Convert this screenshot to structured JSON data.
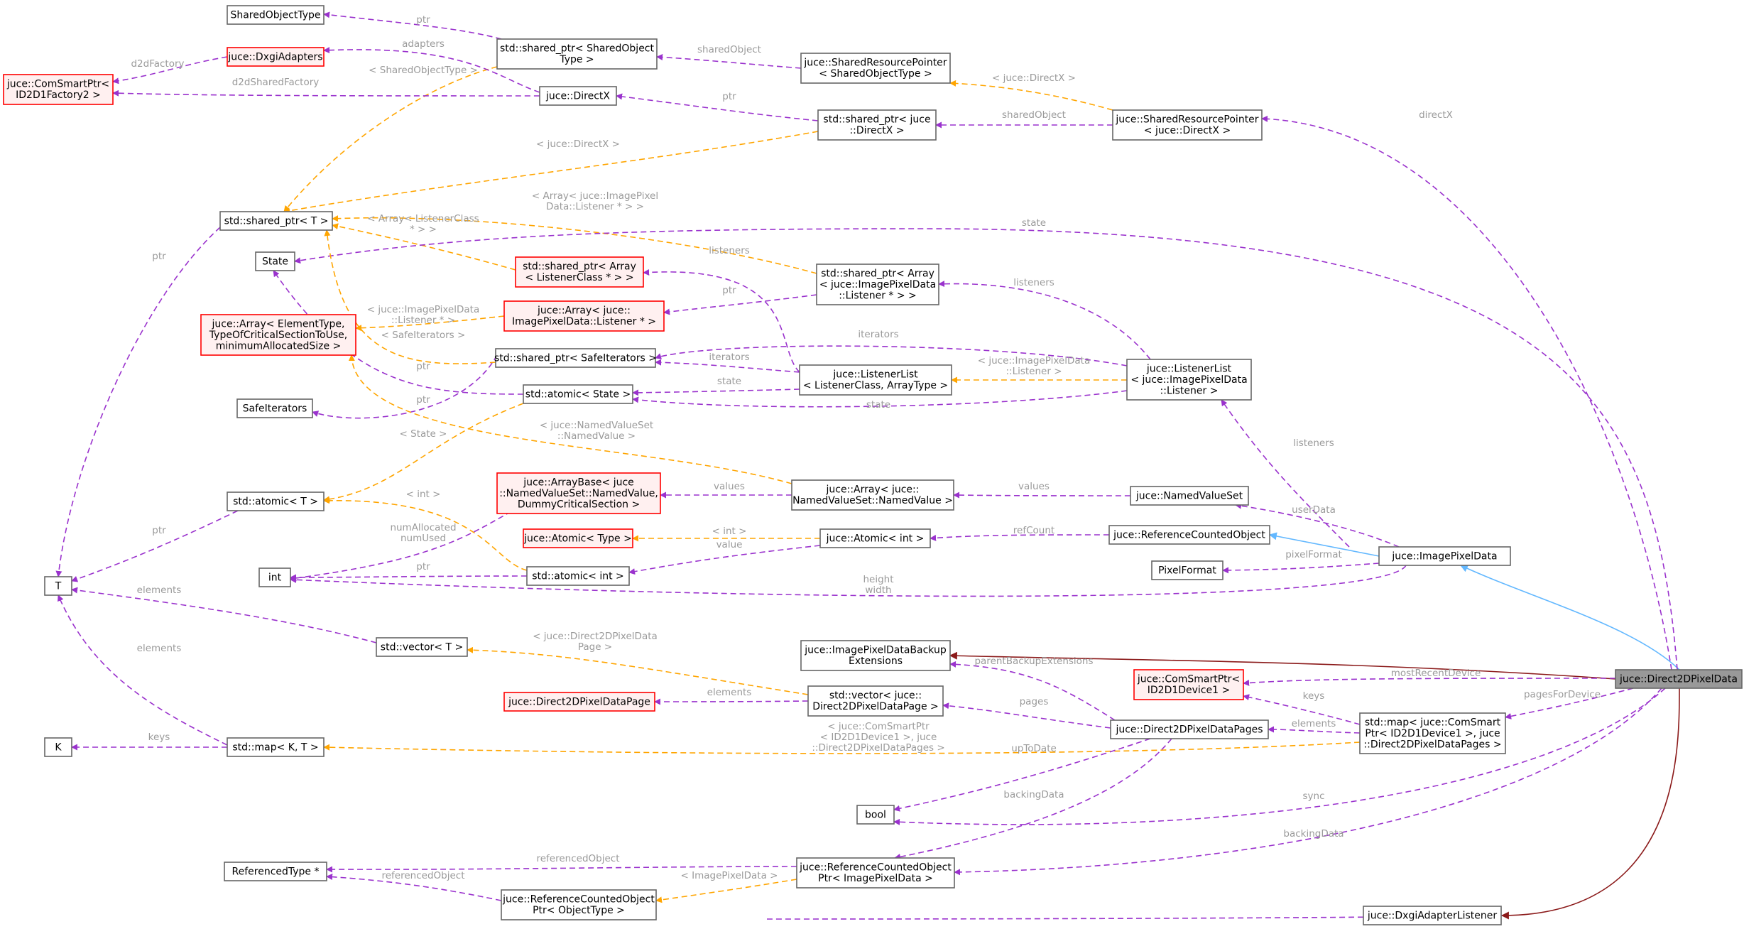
{
  "colors": {
    "member_edge": "#9a32cd",
    "template_edge": "#ffa500",
    "inherit_edge": "#63b8ff",
    "private_inherit_edge": "#8b1a1a",
    "node_border": "#666666",
    "undocumented_border": "#ff0000",
    "focus_fill": "#999999"
  },
  "nodes": {
    "n_sharedobjecttype": [
      "SharedObjectType"
    ],
    "n_dxgiadapters": [
      "juce::DxgiAdapters"
    ],
    "n_comsmartptr_factory": [
      "juce::ComSmartPtr<",
      "ID2D1Factory2 >"
    ],
    "n_sp_sharedobjecttype": [
      "std::shared_ptr< SharedObject",
      "Type >"
    ],
    "n_directx": [
      "juce::DirectX"
    ],
    "n_srp_sharedobjecttype": [
      "juce::SharedResourcePointer",
      "< SharedObjectType >"
    ],
    "n_sp_directx": [
      "std::shared_ptr< juce",
      "::DirectX >"
    ],
    "n_srp_directx": [
      "juce::SharedResourcePointer",
      "< juce::DirectX >"
    ],
    "n_sp_t": [
      "std::shared_ptr< T >"
    ],
    "n_state": [
      "State"
    ],
    "n_sp_array_listenerclass": [
      "std::shared_ptr< Array",
      "< ListenerClass * > >"
    ],
    "n_sp_array_imagepixeldata": [
      "std::shared_ptr< Array",
      "< juce::ImagePixelData",
      "::Listener * > >"
    ],
    "n_array_elementtype": [
      "juce::Array< ElementType,",
      "TypeOfCriticalSectionToUse,",
      "minimumAllocatedSize >"
    ],
    "n_array_imagepixeldata_listener": [
      "juce::Array< juce::",
      "ImagePixelData::Listener * >"
    ],
    "n_sp_safeiterators": [
      "std::shared_ptr< SafeIterators >"
    ],
    "n_listenerlist_generic": [
      "juce::ListenerList",
      "< ListenerClass, ArrayType >"
    ],
    "n_listenerlist_imagepixeldata": [
      "juce::ListenerList",
      "< juce::ImagePixelData",
      "::Listener >"
    ],
    "n_atomic_state": [
      "std::atomic< State >"
    ],
    "n_safeiterators": [
      "SafeIterators"
    ],
    "n_atomic_t": [
      "std::atomic< T >"
    ],
    "n_arraybase_namedvalue": [
      "juce::ArrayBase< juce",
      "::NamedValueSet::NamedValue,",
      "DummyCriticalSection >"
    ],
    "n_array_namedvalue": [
      "juce::Array< juce::",
      "NamedValueSet::NamedValue >"
    ],
    "n_namedvalueset": [
      "juce::NamedValueSet"
    ],
    "n_atomic_type": [
      "juce::Atomic< Type >"
    ],
    "n_atomic_int_juce": [
      "juce::Atomic< int >"
    ],
    "n_referencecountedobject": [
      "juce::ReferenceCountedObject"
    ],
    "n_t": [
      "T"
    ],
    "n_int": [
      "int"
    ],
    "n_std_atomic_int": [
      "std::atomic< int >"
    ],
    "n_imagepixeldata": [
      "juce::ImagePixelData"
    ],
    "n_pixelformat": [
      "PixelFormat"
    ],
    "n_vector_t": [
      "std::vector< T >"
    ],
    "n_backup_extensions": [
      "juce::ImagePixelDataBackup",
      "Extensions"
    ],
    "n_d2d_pixeldata": [
      "juce::Direct2DPixelData"
    ],
    "n_comsmartptr_device": [
      "juce::ComSmartPtr<",
      "ID2D1Device1 >"
    ],
    "n_d2d_page": [
      "juce::Direct2DPixelDataPage"
    ],
    "n_vector_pages": [
      "std::vector< juce::",
      "Direct2DPixelDataPage >"
    ],
    "n_k": [
      "K"
    ],
    "n_map_kt": [
      "std::map< K, T >"
    ],
    "n_d2d_pages": [
      "juce::Direct2DPixelDataPages"
    ],
    "n_map_device_pages": [
      "std::map< juce::ComSmart",
      "Ptr< ID2D1Device1 >, juce",
      "::Direct2DPixelDataPages >"
    ],
    "n_bool": [
      "bool"
    ],
    "n_referencedtype": [
      "ReferencedType *"
    ],
    "n_rcop_imagepixeldata": [
      "juce::ReferenceCountedObject",
      "Ptr< ImagePixelData >"
    ],
    "n_rcop_objecttype": [
      "juce::ReferenceCountedObject",
      "Ptr< ObjectType >"
    ],
    "n_dxgiadapterlistener": [
      "juce::DxgiAdapterListener"
    ]
  },
  "edge_labels": {
    "l_ptr_sharedobjecttype": [
      "ptr"
    ],
    "l_adapters": [
      "adapters"
    ],
    "l_d2dfactory": [
      "d2dFactory"
    ],
    "l_d2dsharedfactory": [
      "d2dSharedFactory"
    ],
    "l_sharedobject_1": [
      "sharedObject"
    ],
    "l_tmpl_sharedobjecttype": [
      "< SharedObjectType >"
    ],
    "l_ptr_directx": [
      "ptr"
    ],
    "l_tmpl_directx_1": [
      "< juce::DirectX >"
    ],
    "l_sharedobject_2": [
      "sharedObject"
    ],
    "l_directx": [
      "directX"
    ],
    "l_tmpl_directx_2": [
      "< juce::DirectX >"
    ],
    "l_tmpl_array_imagepixel": [
      "< Array< juce::ImagePixel",
      "Data::Listener * > >"
    ],
    "l_state_long": [
      "state"
    ],
    "l_tmpl_array_listenerclass": [
      "< Array< ListenerClass",
      "* > >"
    ],
    "l_listeners_1": [
      "listeners"
    ],
    "l_listeners_2": [
      "listeners"
    ],
    "l_ptr_t": [
      "ptr"
    ],
    "l_ptr_array": [
      "ptr"
    ],
    "l_tmpl_imagepixeldata_listener": [
      "< juce::ImagePixelData",
      "::Listener * >"
    ],
    "l_iterators_1": [
      "iterators"
    ],
    "l_iterators_2": [
      "iterators"
    ],
    "l_tmpl_safeiterators": [
      "< SafeIterators >"
    ],
    "l_tmpl_listenerlist": [
      "< juce::ImagePixelData",
      "::Listener >"
    ],
    "l_state_1": [
      "state"
    ],
    "l_ptr_state": [
      "ptr"
    ],
    "l_ptr_safeiterators": [
      "ptr"
    ],
    "l_state_2": [
      "state"
    ],
    "l_tmpl_namedvalue": [
      "< juce::NamedValueSet",
      "::NamedValue >"
    ],
    "l_tmpl_state": [
      "< State >"
    ],
    "l_listeners_3": [
      "listeners"
    ],
    "l_values_1": [
      "values"
    ],
    "l_values_2": [
      "values"
    ],
    "l_tmpl_int_1": [
      "< int >"
    ],
    "l_ptr_atomic_t": [
      "ptr"
    ],
    "l_numallocated": [
      "numAllocated",
      "numUsed"
    ],
    "l_tmpl_int_2": [
      "< int >"
    ],
    "l_value": [
      "value"
    ],
    "l_refcount": [
      "refCount"
    ],
    "l_userdata": [
      "userData"
    ],
    "l_ptr_int": [
      "ptr"
    ],
    "l_pixelformat": [
      "pixelFormat"
    ],
    "l_height_width": [
      "height",
      "width"
    ],
    "l_elements_1": [
      "elements"
    ],
    "l_elements_2": [
      "elements"
    ],
    "l_tmpl_d2d_page": [
      "< juce::Direct2DPixelData",
      "Page >"
    ],
    "l_parentbackup": [
      "parentBackupExtensions"
    ],
    "l_mostrecentdevice": [
      "mostRecentDevice"
    ],
    "l_keys_1": [
      "keys"
    ],
    "l_pagesfordevice": [
      "pagesForDevice"
    ],
    "l_elements_3": [
      "elements"
    ],
    "l_pages": [
      "pages"
    ],
    "l_elements_4": [
      "elements"
    ],
    "l_keys_2": [
      "keys"
    ],
    "l_tmpl_map": [
      "< juce::ComSmartPtr",
      "< ID2D1Device1 >, juce",
      "::Direct2DPixelDataPages >"
    ],
    "l_uptodate": [
      "upToDate"
    ],
    "l_backingdata_1": [
      "backingData"
    ],
    "l_sync": [
      "sync"
    ],
    "l_backingdata_2": [
      "backingData"
    ],
    "l_referencedobject_1": [
      "referencedObject"
    ],
    "l_referencedobject_2": [
      "referencedObject"
    ],
    "l_tmpl_imagepixeldata": [
      "< ImagePixelData >"
    ]
  }
}
